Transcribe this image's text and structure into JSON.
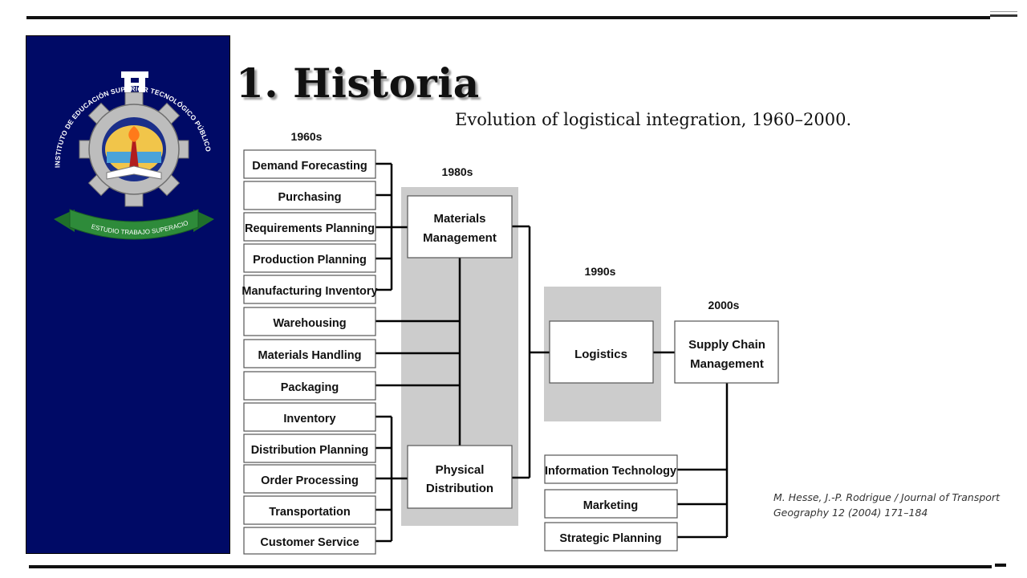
{
  "slide": {
    "title": "1. Historia",
    "subtitle": "Evolution of logistical integration, 1960–2000."
  },
  "logo": {
    "arc_text": "INSTITUTO DE EDUCACIÓN SUPERIOR TECNOLÓGICO PÚBLICO",
    "ribbon_text": "ESTUDIO TRABAJO SUPERACION",
    "colors": {
      "gear": "#bdbdbd",
      "ribbon": "#2e8b3a",
      "panel": "#000a66"
    }
  },
  "diagram": {
    "eras": {
      "e1960": "1960s",
      "e1980": "1980s",
      "e1990": "1990s",
      "e2000": "2000s"
    },
    "functions_1960s": [
      "Demand Forecasting",
      "Purchasing",
      "Requirements Planning",
      "Production Planning",
      "Manufacturing Inventory",
      "Warehousing",
      "Materials Handling",
      "Packaging",
      "Inventory",
      "Distribution Planning",
      "Order Processing",
      "Transportation",
      "Customer Service"
    ],
    "materials_management": [
      "Materials",
      "Management"
    ],
    "physical_distribution": [
      "Physical",
      "Distribution"
    ],
    "logistics": "Logistics",
    "supply_chain_management": [
      "Supply Chain",
      "Management"
    ],
    "functions_2000s": [
      "Information Technology",
      "Marketing",
      "Strategic Planning"
    ],
    "colors": {
      "era_band": "#cccccc",
      "box_border": "#555555",
      "connector": "#000000"
    }
  },
  "citation": {
    "line1": "M. Hesse, J.-P. Rodrigue / Journal of Transport",
    "line2": "Geography 12 (2004) 171–184"
  }
}
